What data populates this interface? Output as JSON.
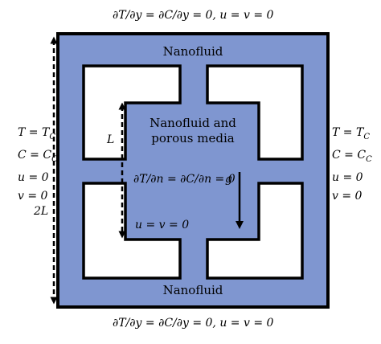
{
  "boundary_labels": {
    "top": "∂T/∂y = ∂C/∂y = 0, u = v = 0",
    "bottom": "∂T/∂y = ∂C/∂y = 0, u = v = 0",
    "left": [
      "T = T_C",
      "C = C_C",
      "u = 0",
      "v = 0"
    ],
    "right": [
      "T = T_C",
      "C = C_C",
      "u = 0",
      "v = 0"
    ]
  },
  "regions": {
    "outer_top": "Nanofluid",
    "outer_bottom": "Nanofluid",
    "center_line1": "Nanofluid and",
    "center_line2": "porous media"
  },
  "inner_labels": {
    "interface": "∂T/∂n = ∂C/∂n = 0",
    "gravity": "g",
    "inner_wall": "u = v = 0"
  },
  "dimensions": {
    "inner": "L",
    "outer": "2L"
  },
  "colors": {
    "fluid": "#7f96d0",
    "wall": "#000000",
    "background": "#ffffff"
  }
}
